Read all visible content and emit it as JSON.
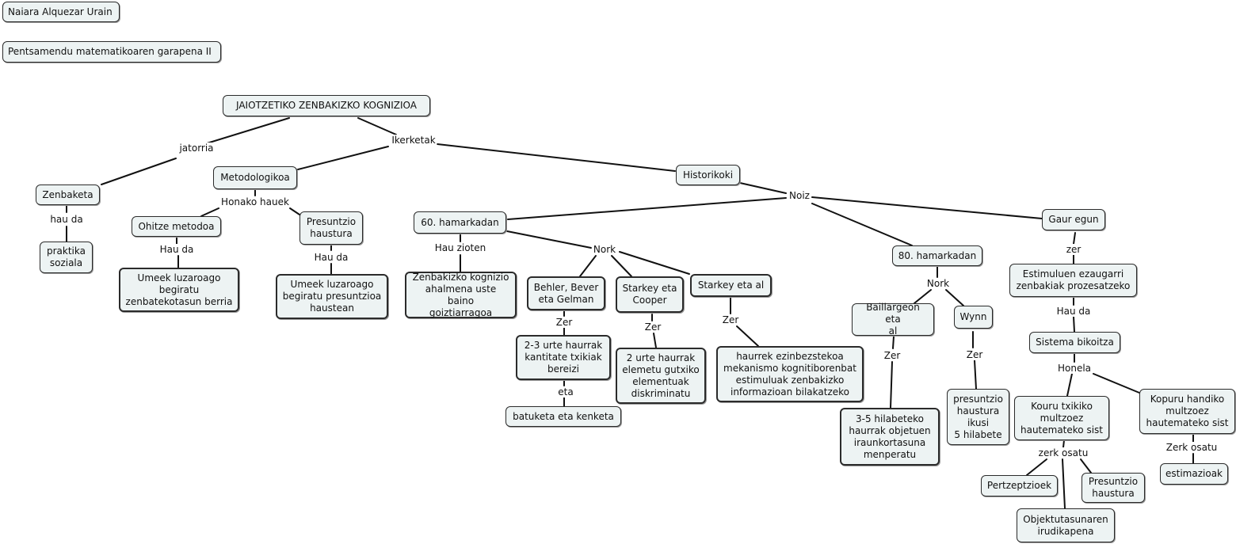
{
  "header": {
    "author": "Naiara Alquezar Urain",
    "course": "Pentsamendu matematikoaren garapena II"
  },
  "map": {
    "root": "JAIOTZETIKO ZENBAKIZKO KOGNIZIOA",
    "zenbaketa": "Zenbaketa",
    "praktika": "praktika\nsoziala",
    "metodologikoa": "Metodologikoa",
    "ohitze": "Ohitze metodoa",
    "ohitze_desc": "Umeek luzaroago\nbegiratu\nzenbatekotasun berria",
    "presuntzio": "Presuntzio\nhaustura",
    "presuntzio_desc": "Umeek luzaroago\nbegiratu presuntzioa\nhaustean",
    "historikoki": "Historikoki",
    "h60": "60. hamarkadan",
    "h60_desc": "Zenbakizko kognizio\nahalmena uste baino\ngoiztiarragoa",
    "behler": "Behler, Bever\neta Gelman",
    "behler_desc": "2-3 urte haurrak\nkantitate txikiak\nbereizi",
    "batuketa": "batuketa eta kenketa",
    "starkey_cooper": "Starkey eta\nCooper",
    "starkey_cooper_desc": "2 urte haurrak\nelemetu gutxiko\nelementuak\ndiskriminatu",
    "starkey_al": "Starkey eta al",
    "starkey_al_desc": "haurrek ezinbezstekoa\nmekanismo kognitiborenbat\nestimuluak zenbakizko\ninformazioan bilakatzeko",
    "h80": "80. hamarkadan",
    "baillargeon": "Baillargeon eta\nal",
    "baillargeon_desc": "3-5 hilabeteko\nhaurrak objetuen\niraunkortasuna\nmenperatu",
    "wynn": "Wynn",
    "wynn_desc": "presuntzio\nhaustura\nikusi\n5 hilabete",
    "gaur": "Gaur egun",
    "estimuluen": "Estimuluen ezaugarri\nzenbakiak prozesatzeko",
    "sistema": "Sistema bikoitza",
    "kouru": "Kouru txikiko\nmultzoez\nhautemateko sist",
    "kopuru": "Kopuru handiko\nmultzoez\nhautemateko sist",
    "estimazioak": "estimazioak",
    "pertzeptzioek": "Pertzeptzioek",
    "objektu": "Objektutasunaren\nirudikapena",
    "presuntzio2": "Presuntzio\nhaustura"
  },
  "links": {
    "jatorria": "jatorria",
    "ikerketak": "Ikerketak",
    "hau_da_1": "hau da",
    "honako": "Honako hauek",
    "hau_da_2": "Hau da",
    "hau_da_3": "Hau da",
    "noiz": "Noiz",
    "hau_zioten": "Hau zioten",
    "nork_1": "Nork",
    "zer_1": "Zer",
    "eta": "eta",
    "zer_2": "Zer",
    "zer_3": "Zer",
    "nork_2": "Nork",
    "zer_4": "Zer",
    "zer_5": "Zer",
    "zer_6": "zer",
    "hau_da_4": "Hau da",
    "honela": "Honela",
    "zerk_osatu": "zerk osatu",
    "zerk_osatu_2": "Zerk osatu"
  },
  "colors": {
    "node_fill": "#edf3f3",
    "node_border": "#2b2b2b",
    "line": "#111111",
    "background": "#ffffff"
  }
}
